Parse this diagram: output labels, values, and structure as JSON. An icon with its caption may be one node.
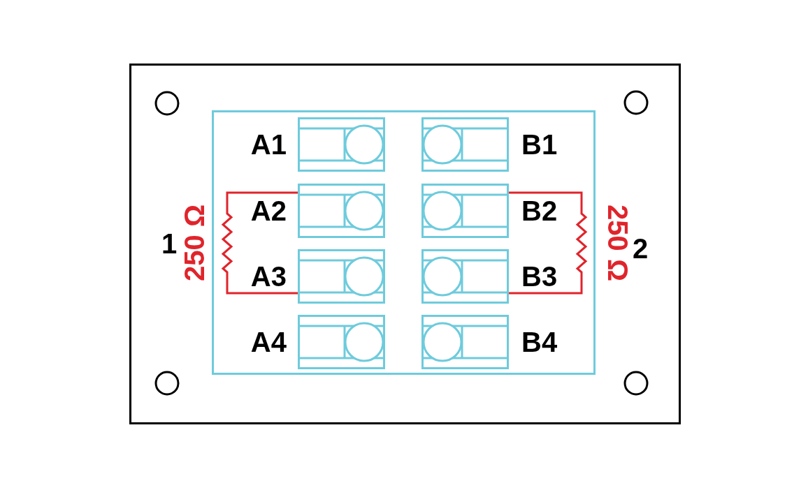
{
  "diagram": {
    "nodes": [
      {
        "text": [],
        "shape": "box"
      },
      {
        "text": [],
        "shape": "box",
        "in": 0
      },
      {
        "text": [],
        "shape": "box",
        "in": 1,
        "beside": [
          "A1"
        ]
      },
      {
        "text": [],
        "shape": "box",
        "in": 1,
        "beside": [
          "B1"
        ]
      },
      {
        "text": [],
        "shape": "box",
        "in": 1,
        "beside": [
          "A2"
        ]
      },
      {
        "text": [],
        "shape": "box",
        "in": 1,
        "beside": [
          "B2"
        ]
      },
      {
        "text": [],
        "shape": "box",
        "in": 1,
        "beside": [
          "A3"
        ]
      },
      {
        "text": [],
        "shape": "box",
        "in": 1,
        "beside": [
          "B3"
        ]
      },
      {
        "text": [],
        "shape": "box",
        "in": 1,
        "beside": [
          "A4"
        ]
      },
      {
        "text": [],
        "shape": "box",
        "in": 1,
        "beside": [
          "B4"
        ]
      }
    ],
    "edges": [
      {
        "from": 4,
        "to": 6,
        "arrow": "none",
        "label": "250 Ω"
      },
      {
        "from": 5,
        "to": 7,
        "arrow": "none",
        "label": "250 Ω"
      }
    ],
    "labels": [
      "1",
      "2"
    ]
  }
}
